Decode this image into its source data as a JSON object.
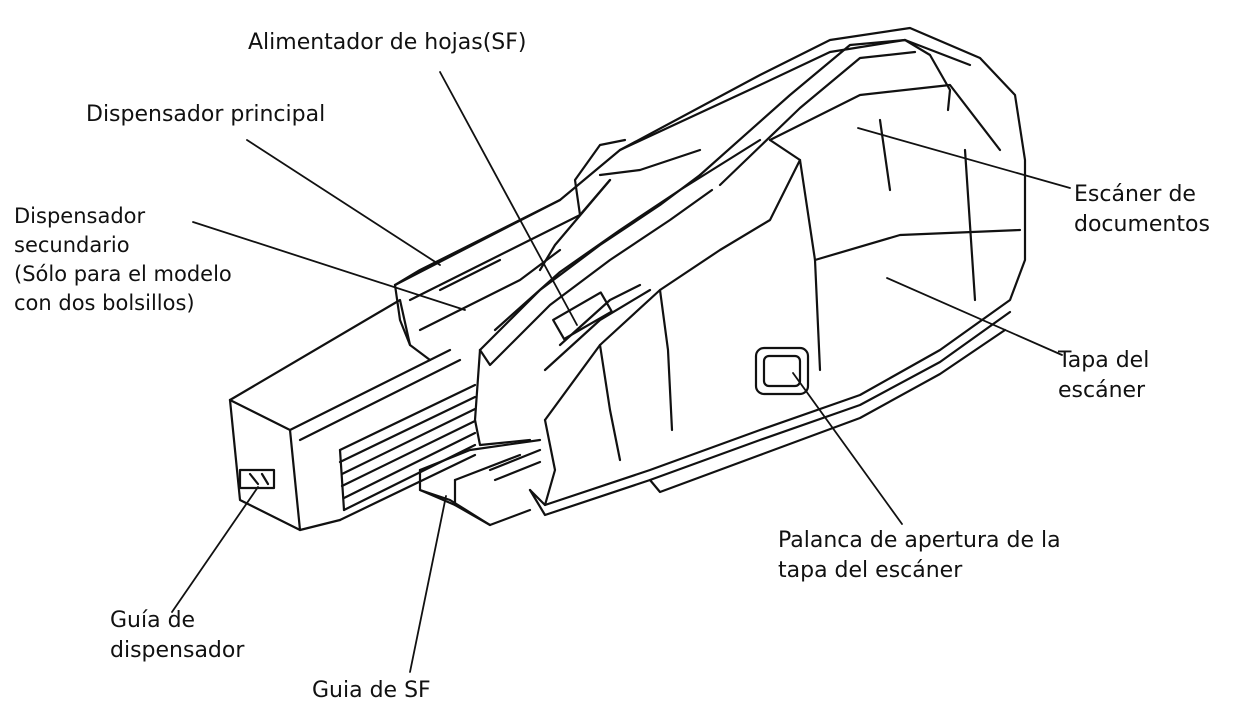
{
  "colors": {
    "ink": "#111111",
    "paper": "#ffffff"
  },
  "labels": {
    "sheet_feeder": "Alimentador de hojas(SF)",
    "main_pocket": "Dispensador principal",
    "sub_pocket": [
      "Dispensador",
      "secundario",
      "(Sólo para el modelo",
      "con dos bolsillos)"
    ],
    "document_scanner": [
      "Escáner de",
      "documentos"
    ],
    "scanner_cover": [
      "Tapa del",
      "escáner"
    ],
    "cover_open_lever": [
      "Palanca de apertura de la",
      "tapa del escáner"
    ],
    "pocket_guide": [
      "Guía de",
      "dispensador"
    ],
    "sf_guide": "Guia de SF"
  }
}
